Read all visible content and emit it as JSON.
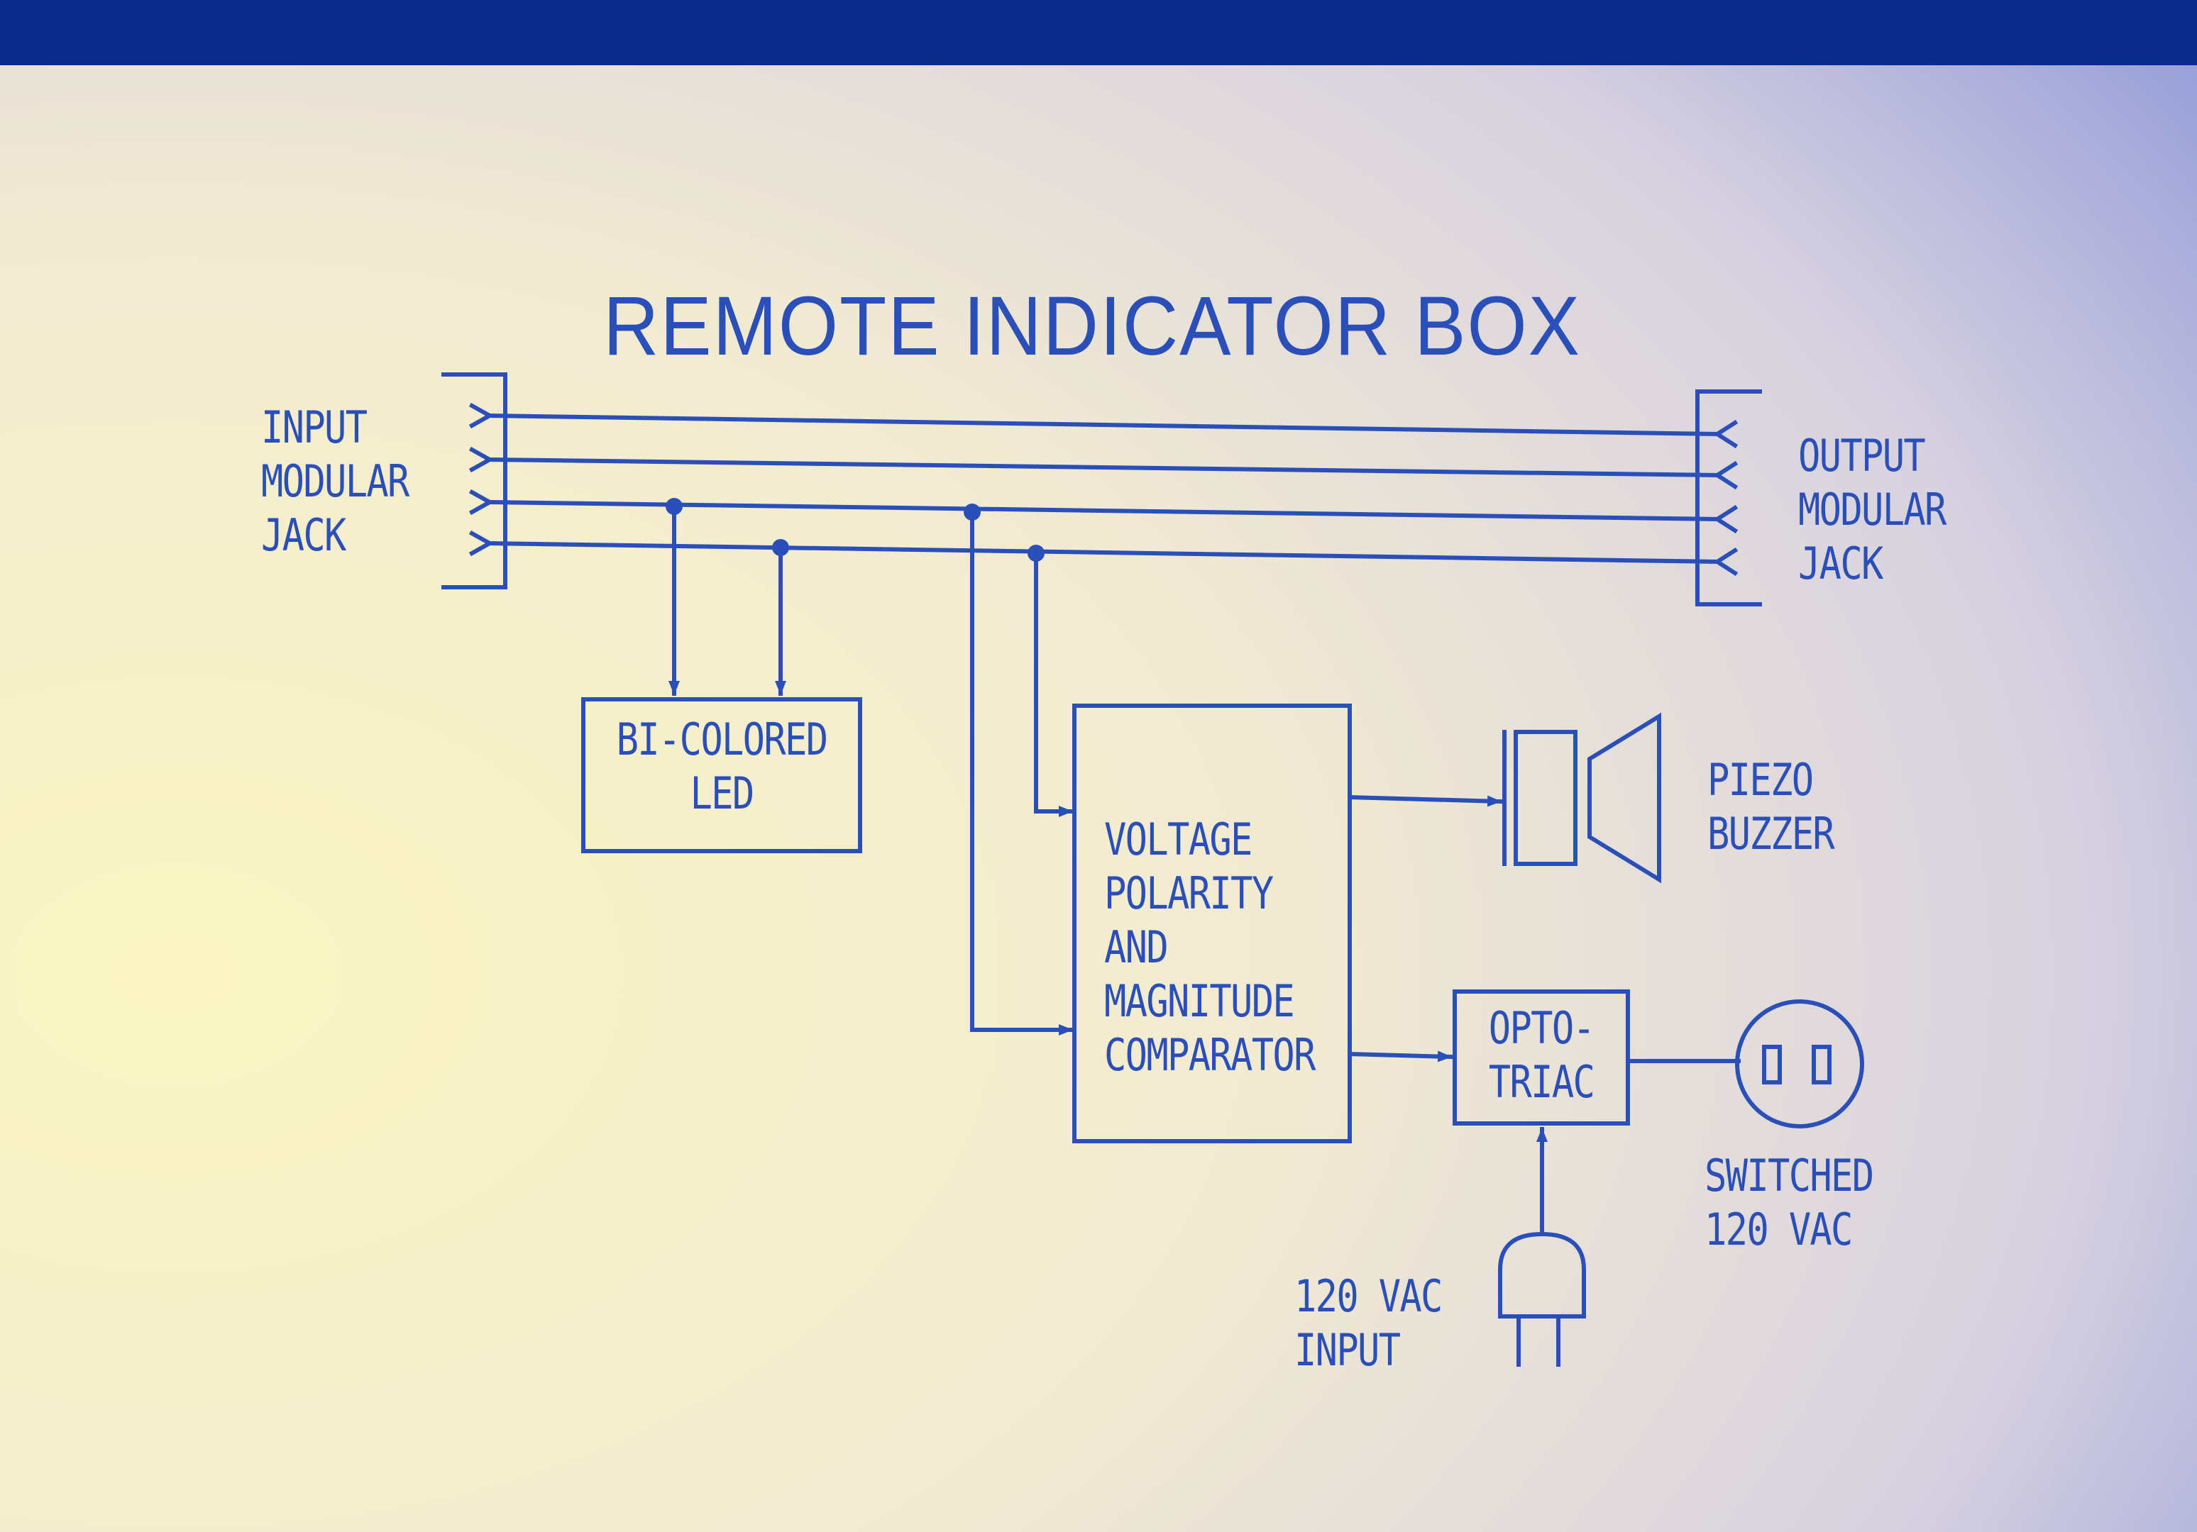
{
  "diagram": {
    "title": "REMOTE INDICATOR BOX",
    "input_jack": [
      "INPUT",
      "MODULAR",
      "JACK"
    ],
    "output_jack": [
      "OUTPUT",
      "MODULAR",
      "JACK"
    ],
    "led_block": [
      "BI-COLORED",
      "LED"
    ],
    "comparator_block": [
      "VOLTAGE",
      "POLARITY",
      "AND",
      "MAGNITUDE",
      "COMPARATOR"
    ],
    "piezo_label": [
      "PIEZO",
      "BUZZER"
    ],
    "optotriac_block": [
      "OPTO-",
      "TRIAC"
    ],
    "switched_label": [
      "SWITCHED",
      "120 VAC"
    ],
    "input_plug_label": [
      "120 VAC",
      "INPUT"
    ]
  },
  "colors": {
    "ink": "#2a4fb8",
    "paper_light": "#f6f1c4",
    "paper_dark": "#8d97d8",
    "top_band": "#0a2a8c"
  }
}
